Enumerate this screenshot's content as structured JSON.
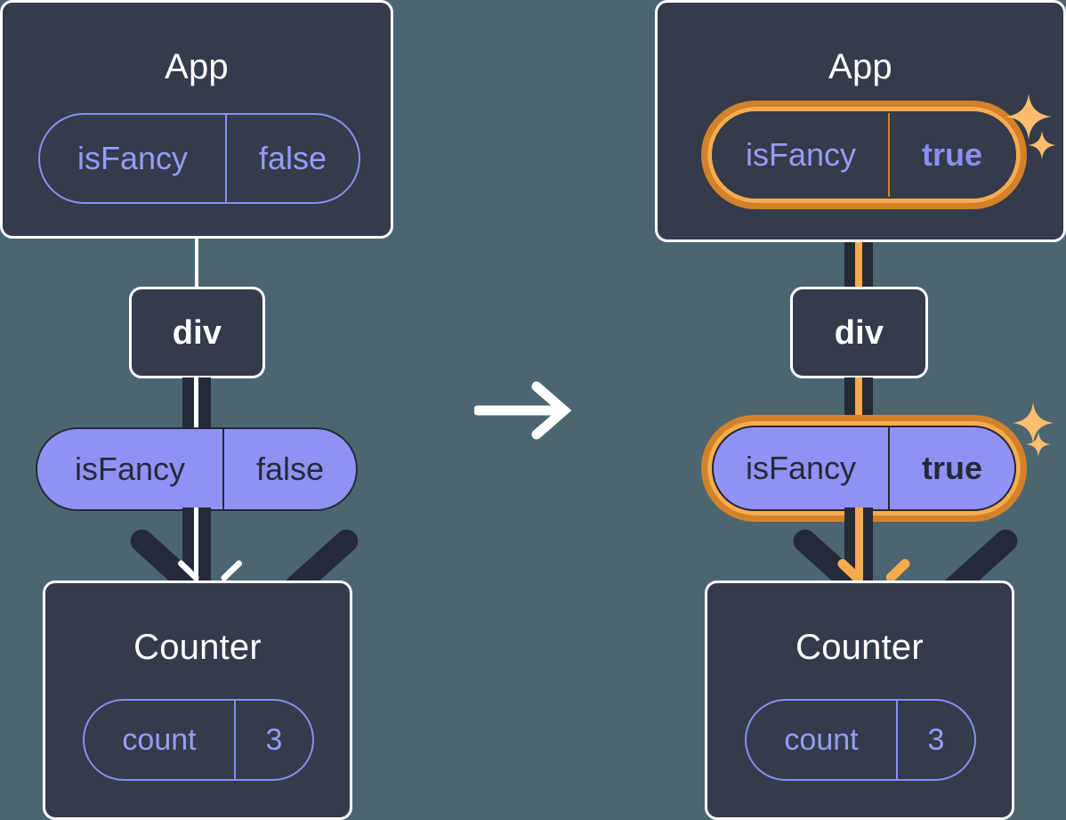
{
  "diagram": {
    "type": "react-component-tree-state-update",
    "background_color": "#4c6671",
    "panel_color": "#343b4a",
    "accent_purple": "#9191f5",
    "accent_amber": "#f6ac4d",
    "accent_amber_dark": "#d4822a",
    "transition_arrow": "→"
  },
  "before": {
    "app": {
      "title": "App",
      "state": {
        "key": "isFancy",
        "value": "false"
      }
    },
    "div": {
      "title": "div"
    },
    "prop": {
      "key": "isFancy",
      "value": "false"
    },
    "counter": {
      "title": "Counter",
      "state": {
        "key": "count",
        "value": "3"
      }
    }
  },
  "after": {
    "app": {
      "title": "App",
      "state": {
        "key": "isFancy",
        "value": "true"
      }
    },
    "div": {
      "title": "div"
    },
    "prop": {
      "key": "isFancy",
      "value": "true"
    },
    "counter": {
      "title": "Counter",
      "state": {
        "key": "count",
        "value": "3"
      }
    },
    "sparkle_icons": [
      "sparkle-large",
      "sparkle-small"
    ]
  }
}
